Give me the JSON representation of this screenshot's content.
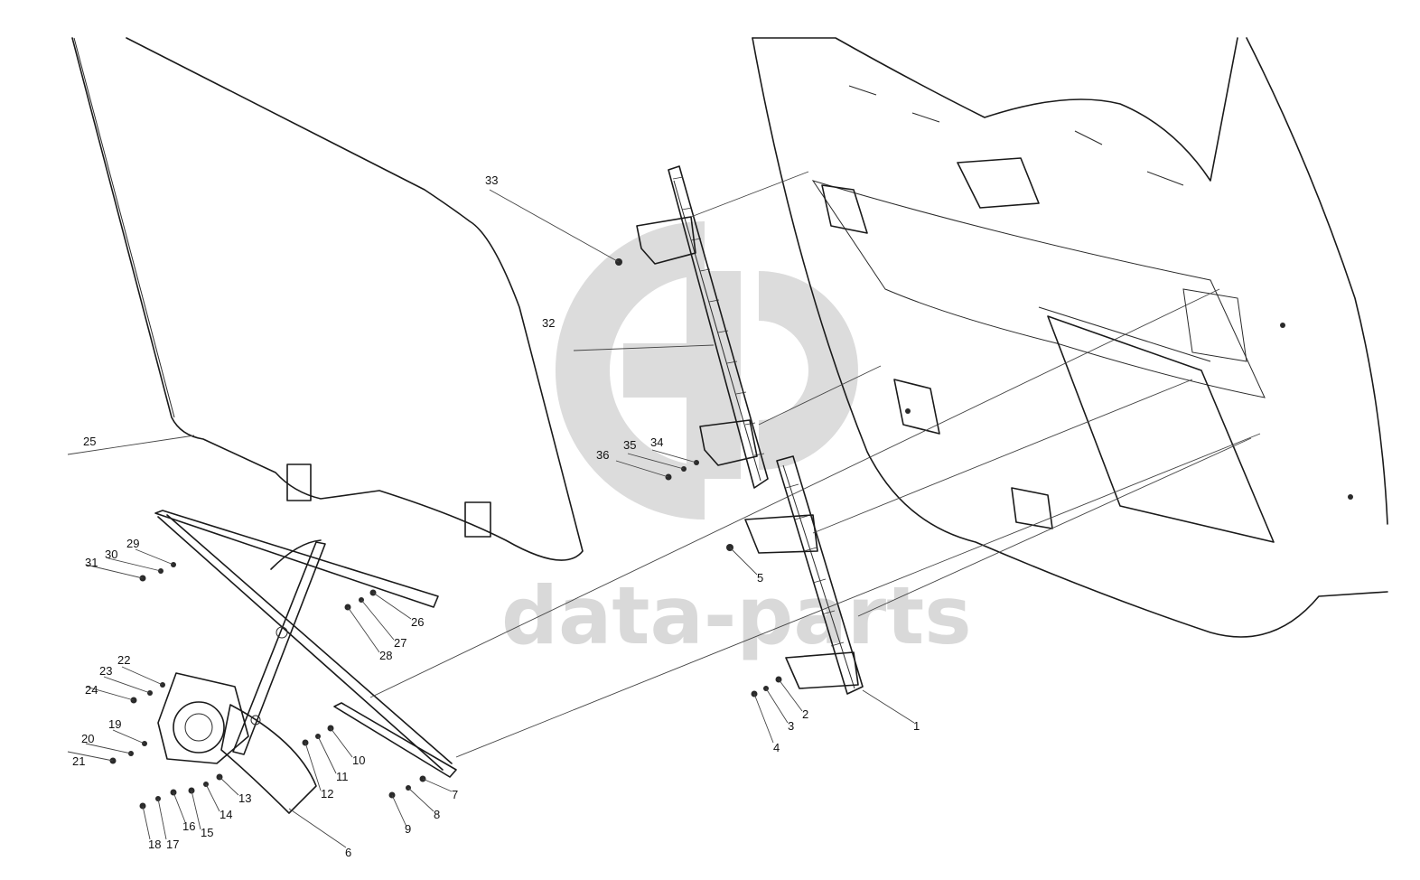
{
  "watermark": {
    "text": "data-parts",
    "color": "#d9d9d9"
  },
  "callouts": [
    {
      "id": "c1",
      "label": "1"
    },
    {
      "id": "c2",
      "label": "2"
    },
    {
      "id": "c3",
      "label": "3"
    },
    {
      "id": "c4",
      "label": "4"
    },
    {
      "id": "c5",
      "label": "5"
    },
    {
      "id": "c6",
      "label": "6"
    },
    {
      "id": "c7",
      "label": "7"
    },
    {
      "id": "c8",
      "label": "8"
    },
    {
      "id": "c9",
      "label": "9"
    },
    {
      "id": "c10",
      "label": "10"
    },
    {
      "id": "c11",
      "label": "11"
    },
    {
      "id": "c12",
      "label": "12"
    },
    {
      "id": "c13",
      "label": "13"
    },
    {
      "id": "c14",
      "label": "14"
    },
    {
      "id": "c15",
      "label": "15"
    },
    {
      "id": "c16",
      "label": "16"
    },
    {
      "id": "c17",
      "label": "17"
    },
    {
      "id": "c18",
      "label": "18"
    },
    {
      "id": "c19",
      "label": "19"
    },
    {
      "id": "c20",
      "label": "20"
    },
    {
      "id": "c21",
      "label": "21"
    },
    {
      "id": "c22",
      "label": "22"
    },
    {
      "id": "c23",
      "label": "23"
    },
    {
      "id": "c24",
      "label": "24"
    },
    {
      "id": "c25",
      "label": "25"
    },
    {
      "id": "c26",
      "label": "26"
    },
    {
      "id": "c27",
      "label": "27"
    },
    {
      "id": "c28",
      "label": "28"
    },
    {
      "id": "c29",
      "label": "29"
    },
    {
      "id": "c30",
      "label": "30"
    },
    {
      "id": "c31",
      "label": "31"
    },
    {
      "id": "c32",
      "label": "32"
    },
    {
      "id": "c33",
      "label": "33"
    },
    {
      "id": "c34",
      "label": "34"
    },
    {
      "id": "c35",
      "label": "35"
    },
    {
      "id": "c36",
      "label": "36"
    }
  ]
}
